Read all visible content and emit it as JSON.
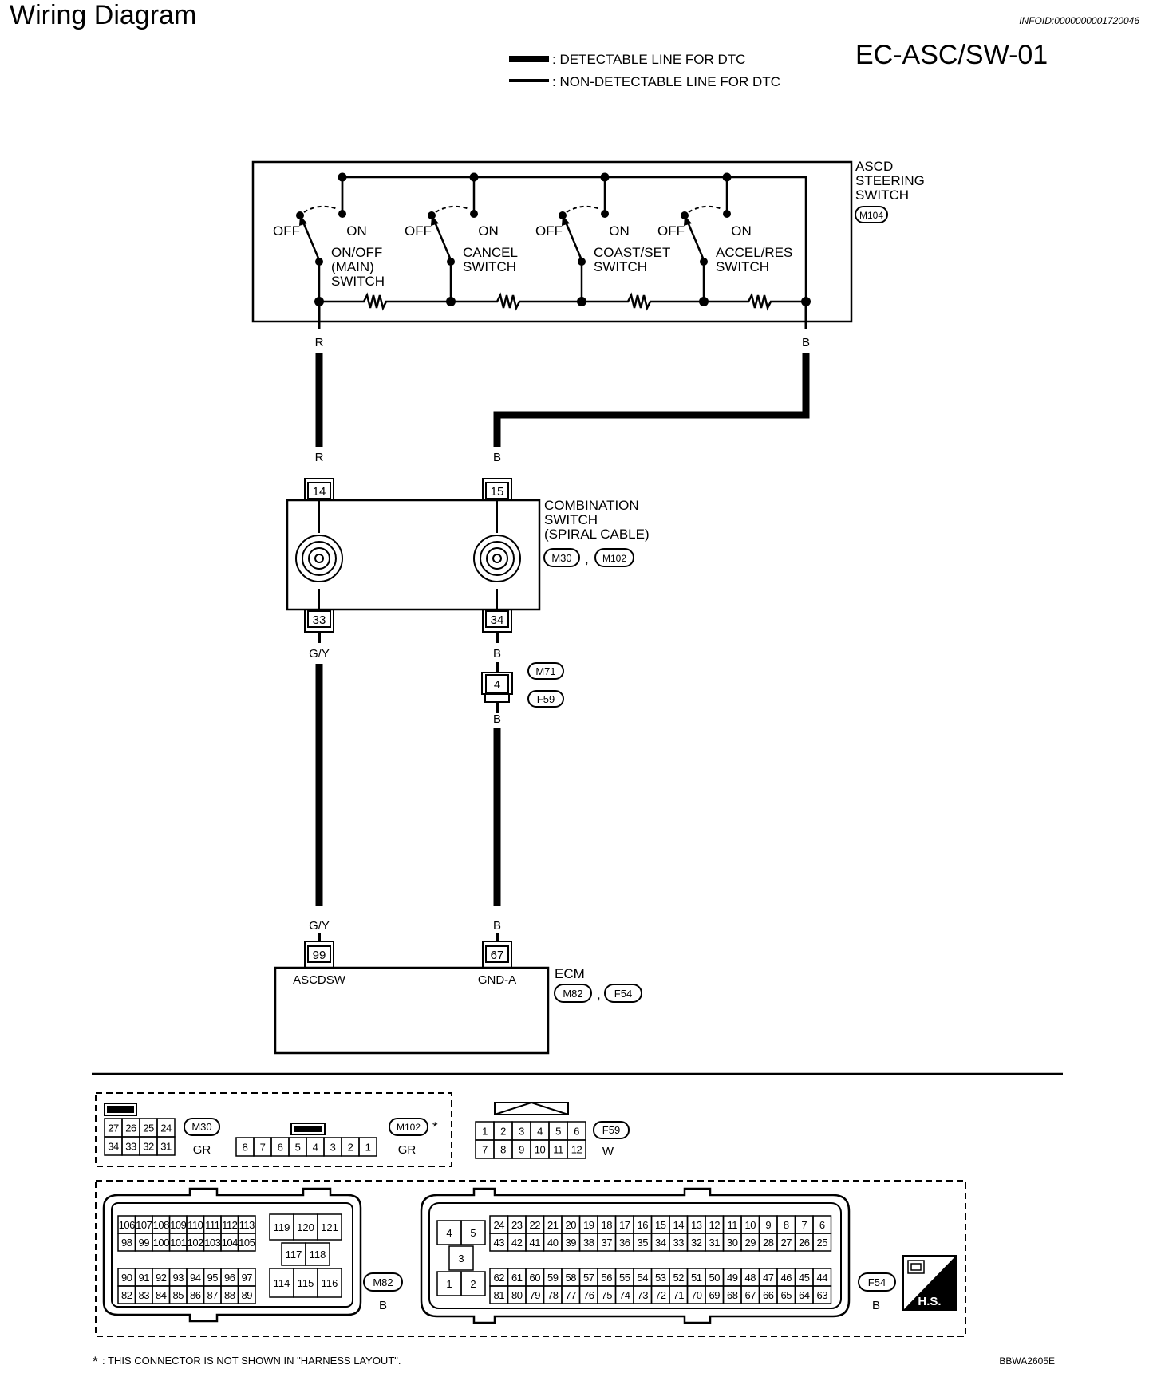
{
  "header": {
    "title": "Wiring Diagram",
    "info_id": "INFOID:0000000001720046",
    "page_code": "EC-ASC/SW-01"
  },
  "legend": {
    "detectable": ": DETECTABLE LINE FOR DTC",
    "non_detectable": ": NON-DETECTABLE LINE FOR DTC"
  },
  "steering_switch": {
    "name_lines": [
      "ASCD",
      "STEERING",
      "SWITCH"
    ],
    "connector": "M104",
    "off_label": "OFF",
    "on_label": "ON",
    "switches": [
      {
        "lines": [
          "ON/OFF",
          "(MAIN)",
          "SWITCH"
        ]
      },
      {
        "lines": [
          "CANCEL",
          "SWITCH"
        ]
      },
      {
        "lines": [
          "COAST/SET",
          "SWITCH"
        ]
      },
      {
        "lines": [
          "ACCEL/RES",
          "SWITCH"
        ]
      }
    ]
  },
  "wires": {
    "r": "R",
    "b": "B",
    "gy": "G/Y"
  },
  "combination_switch": {
    "name_lines": [
      "COMBINATION",
      "SWITCH",
      "(SPIRAL CABLE)"
    ],
    "connectors": [
      "M30",
      "M102"
    ],
    "separator": ",",
    "pins": {
      "top_left": "14",
      "top_right": "15",
      "bottom_left": "33",
      "bottom_right": "34"
    }
  },
  "joint": {
    "pin": "4",
    "connectors": [
      "M71",
      "F59"
    ]
  },
  "ecm": {
    "name": "ECM",
    "connectors": [
      "M82",
      "F54"
    ],
    "separator": ",",
    "pins": [
      {
        "number": "99",
        "signal": "ASCDSW"
      },
      {
        "number": "67",
        "signal": "GND-A"
      }
    ]
  },
  "connector_views": {
    "m30": {
      "id": "M30",
      "color": "GR",
      "rows": [
        [
          "27",
          "26",
          "25",
          "24"
        ],
        [
          "34",
          "33",
          "32",
          "31"
        ]
      ]
    },
    "m102": {
      "id": "M102",
      "color": "GR",
      "star": "*",
      "pins": [
        "8",
        "7",
        "6",
        "5",
        "4",
        "3",
        "2",
        "1"
      ]
    },
    "f59": {
      "id": "F59",
      "color": "W",
      "rows": [
        [
          "1",
          "2",
          "3",
          "4",
          "5",
          "6"
        ],
        [
          "7",
          "8",
          "9",
          "10",
          "11",
          "12"
        ]
      ]
    },
    "m82": {
      "id": "M82",
      "color": "B",
      "upper_rows": [
        [
          "106",
          "107",
          "108",
          "109",
          "110",
          "111",
          "112",
          "113"
        ],
        [
          "98",
          "99",
          "100",
          "101",
          "102",
          "103",
          "104",
          "105"
        ]
      ],
      "lower_rows": [
        [
          "90",
          "91",
          "92",
          "93",
          "94",
          "95",
          "96",
          "97"
        ],
        [
          "82",
          "83",
          "84",
          "85",
          "86",
          "87",
          "88",
          "89"
        ]
      ],
      "right_block": {
        "row1": [
          "119",
          "120",
          "121"
        ],
        "row2": [
          "117",
          "118"
        ],
        "row3": [
          "114",
          "115",
          "116"
        ]
      }
    },
    "f54": {
      "id": "F54",
      "color": "B",
      "left_block": {
        "top": [
          "4",
          "5"
        ],
        "middle": "3",
        "bottom": [
          "1",
          "2"
        ]
      },
      "rows": [
        [
          "24",
          "23",
          "22",
          "21",
          "20",
          "19",
          "18",
          "17",
          "16",
          "15",
          "14",
          "13",
          "12",
          "11",
          "10",
          "9",
          "8",
          "7",
          "6"
        ],
        [
          "43",
          "42",
          "41",
          "40",
          "39",
          "38",
          "37",
          "36",
          "35",
          "34",
          "33",
          "32",
          "31",
          "30",
          "29",
          "28",
          "27",
          "26",
          "25"
        ],
        [
          "62",
          "61",
          "60",
          "59",
          "58",
          "57",
          "56",
          "55",
          "54",
          "53",
          "52",
          "51",
          "50",
          "49",
          "48",
          "47",
          "46",
          "45",
          "44"
        ],
        [
          "81",
          "80",
          "79",
          "78",
          "77",
          "76",
          "75",
          "74",
          "73",
          "72",
          "71",
          "70",
          "69",
          "68",
          "67",
          "66",
          "65",
          "64",
          "63"
        ]
      ]
    },
    "hs_badge": "H.S."
  },
  "footer": {
    "note_star": "*",
    "note": ": THIS CONNECTOR IS NOT SHOWN IN \"HARNESS LAYOUT\".",
    "code": "BBWA2605E"
  }
}
